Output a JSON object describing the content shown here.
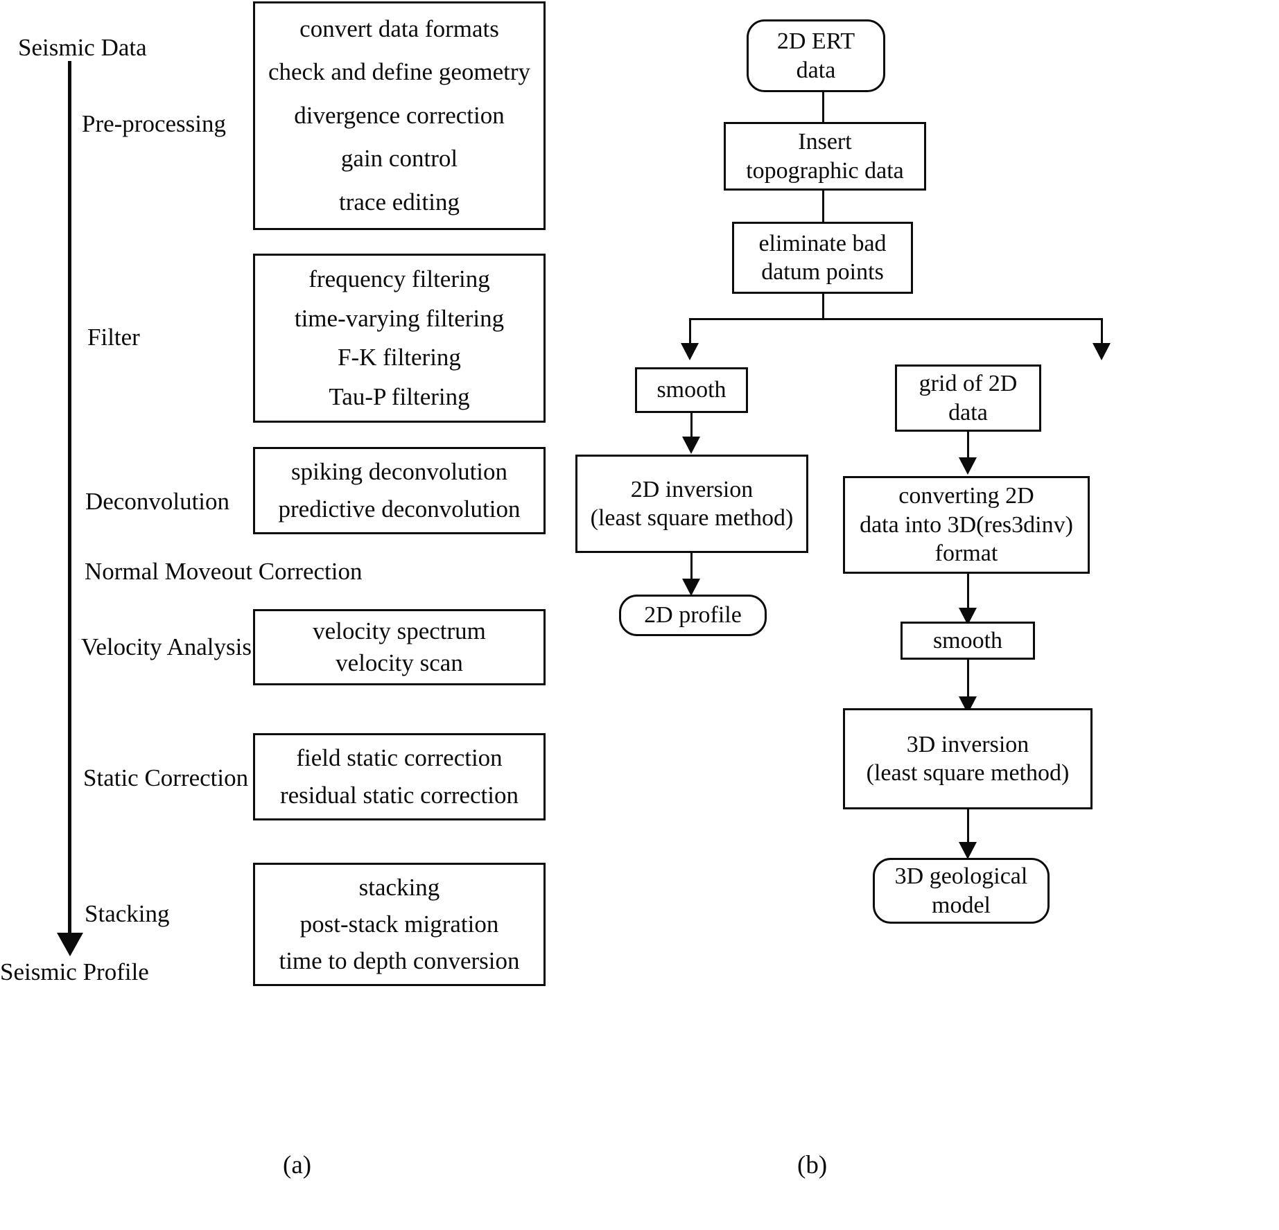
{
  "figure": {
    "panel_a_caption": "(a)",
    "panel_b_caption": "(b)"
  },
  "panel_a": {
    "start_label": "Seismic Data",
    "end_label": "Seismic Profile",
    "stages": [
      {
        "label": "Pre-processing"
      },
      {
        "label": "Filter"
      },
      {
        "label": "Deconvolution"
      },
      {
        "label": "Normal Moveout Correction"
      },
      {
        "label": "Velocity Analysis"
      },
      {
        "label": "Static Correction"
      },
      {
        "label": "Stacking"
      }
    ],
    "boxes": [
      {
        "stage": "Pre-processing",
        "items": [
          "convert data formats",
          "check and define geometry",
          "divergence correction",
          "gain control",
          "trace editing"
        ]
      },
      {
        "stage": "Filter",
        "items": [
          "frequency filtering",
          "time-varying filtering",
          "F-K filtering",
          "Tau-P filtering"
        ]
      },
      {
        "stage": "Deconvolution",
        "items": [
          "spiking deconvolution",
          "predictive deconvolution"
        ]
      },
      {
        "stage": "Velocity Analysis",
        "items": [
          "velocity spectrum",
          "velocity scan"
        ]
      },
      {
        "stage": "Static Correction",
        "items": [
          "field static correction",
          "residual static correction"
        ]
      },
      {
        "stage": "Stacking",
        "items": [
          "stacking",
          "post-stack migration",
          "time to depth conversion"
        ]
      }
    ]
  },
  "panel_b": {
    "nodes": {
      "ert_data": "2D ERT\ndata",
      "insert_topo": "Insert\ntopographic data",
      "eliminate_bad": "eliminate bad\ndatum points",
      "smooth_left": "smooth",
      "grid_2d": "grid of 2D\ndata",
      "inversion_2d": "2D inversion\n(least square method)",
      "converting": "converting 2D\ndata into 3D(res3dinv)\nformat",
      "profile_2d": "2D profile",
      "smooth_right": "smooth",
      "inversion_3d": "3D inversion\n(least square method)",
      "model_3d": "3D geological\nmodel"
    },
    "edges": [
      {
        "from": "ert_data",
        "to": "insert_topo"
      },
      {
        "from": "insert_topo",
        "to": "eliminate_bad"
      },
      {
        "from": "eliminate_bad",
        "to": "smooth_left"
      },
      {
        "from": "eliminate_bad",
        "to": "grid_2d"
      },
      {
        "from": "smooth_left",
        "to": "inversion_2d"
      },
      {
        "from": "inversion_2d",
        "to": "profile_2d"
      },
      {
        "from": "grid_2d",
        "to": "converting"
      },
      {
        "from": "converting",
        "to": "smooth_right"
      },
      {
        "from": "smooth_right",
        "to": "inversion_3d"
      },
      {
        "from": "inversion_3d",
        "to": "model_3d"
      }
    ]
  },
  "colors": {
    "ink": "#0b0b0b",
    "background": "#ffffff"
  }
}
